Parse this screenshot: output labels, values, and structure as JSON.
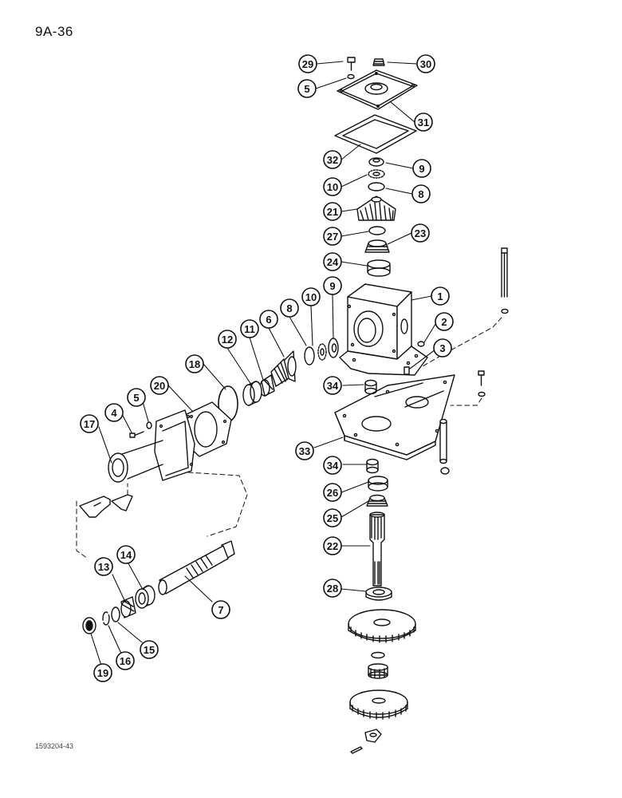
{
  "page": {
    "number": "9A-36",
    "figure_code": "1593204-43"
  },
  "callouts": [
    {
      "id": "c29",
      "label": "29"
    },
    {
      "id": "c30",
      "label": "30"
    },
    {
      "id": "c5a",
      "label": "5"
    },
    {
      "id": "c31",
      "label": "31"
    },
    {
      "id": "c32",
      "label": "32"
    },
    {
      "id": "c9a",
      "label": "9"
    },
    {
      "id": "c10a",
      "label": "10"
    },
    {
      "id": "c8a",
      "label": "8"
    },
    {
      "id": "c21",
      "label": "21"
    },
    {
      "id": "c27",
      "label": "27"
    },
    {
      "id": "c23",
      "label": "23"
    },
    {
      "id": "c24",
      "label": "24"
    },
    {
      "id": "c9b",
      "label": "9"
    },
    {
      "id": "c10b",
      "label": "10"
    },
    {
      "id": "c8b",
      "label": "8"
    },
    {
      "id": "c6",
      "label": "6"
    },
    {
      "id": "c11",
      "label": "11"
    },
    {
      "id": "c12",
      "label": "12"
    },
    {
      "id": "c1",
      "label": "1"
    },
    {
      "id": "c2",
      "label": "2"
    },
    {
      "id": "c3",
      "label": "3"
    },
    {
      "id": "c18",
      "label": "18"
    },
    {
      "id": "c20",
      "label": "20"
    },
    {
      "id": "c4",
      "label": "4"
    },
    {
      "id": "c5b",
      "label": "5"
    },
    {
      "id": "c17",
      "label": "17"
    },
    {
      "id": "c34a",
      "label": "34"
    },
    {
      "id": "c33",
      "label": "33"
    },
    {
      "id": "c34b",
      "label": "34"
    },
    {
      "id": "c26",
      "label": "26"
    },
    {
      "id": "c25",
      "label": "25"
    },
    {
      "id": "c22",
      "label": "22"
    },
    {
      "id": "c14",
      "label": "14"
    },
    {
      "id": "c13",
      "label": "13"
    },
    {
      "id": "c7",
      "label": "7"
    },
    {
      "id": "c28",
      "label": "28"
    },
    {
      "id": "c15",
      "label": "15"
    },
    {
      "id": "c16",
      "label": "16"
    },
    {
      "id": "c19",
      "label": "19"
    }
  ]
}
